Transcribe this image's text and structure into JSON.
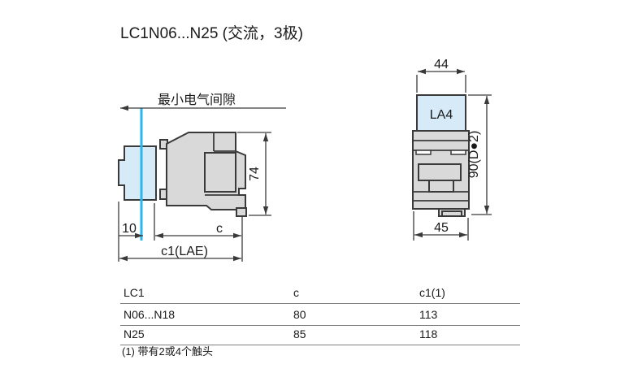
{
  "title": "LC1N06...N25 (交流，3极)",
  "side_view": {
    "clearance_label": "最小电气间隙",
    "dim_height": "74",
    "dim_offset": "10",
    "dim_c": "c",
    "dim_c1": "c1(LAE)"
  },
  "front_view": {
    "dim_width_top": "44",
    "module_label": "LA4",
    "dim_height": "90(D●2)",
    "dim_width_bottom": "45"
  },
  "table": {
    "headers": [
      "LC1",
      "c",
      "c1(1)"
    ],
    "rows": [
      [
        "N06...N18",
        "80",
        "113"
      ],
      [
        "N25",
        "85",
        "118"
      ]
    ],
    "footnote": "(1) 带有2或4个触头"
  },
  "colors": {
    "body_fill": "#d9d9d9",
    "highlight_fill": "#d6eaf8",
    "clearance_line": "#2bb7ec",
    "outline": "#3a3a3a",
    "table_line": "#7f7f7f"
  }
}
